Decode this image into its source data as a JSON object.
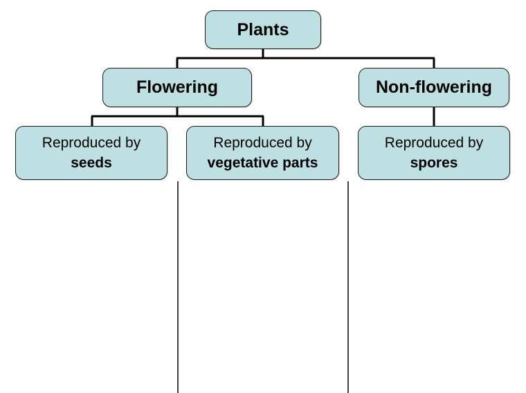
{
  "diagram": {
    "root": {
      "label": "Plants"
    },
    "branches": {
      "flowering": {
        "label": "Flowering",
        "children": [
          {
            "line1": "Reproduced by",
            "line2": "seeds"
          },
          {
            "line1": "Reproduced by",
            "line2": "vegetative parts"
          }
        ]
      },
      "non_flowering": {
        "label": "Non-flowering",
        "children": [
          {
            "line1": "Reproduced by",
            "line2": "spores"
          }
        ]
      }
    },
    "colors": {
      "box_fill": "#bfe0e2",
      "box_border": "#1a1a1a",
      "connector": "#000000",
      "background": "#ffffff"
    }
  }
}
